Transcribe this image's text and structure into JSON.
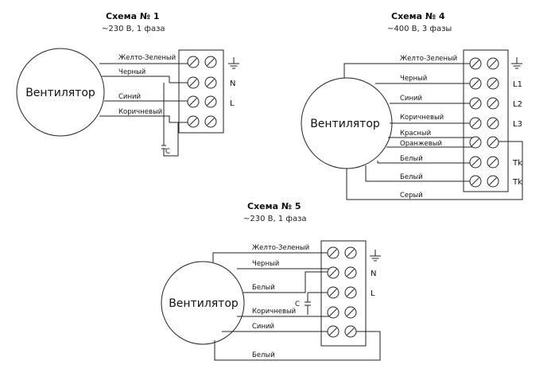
{
  "schemes": [
    {
      "title": "Схема № 1",
      "subtitle": "~230 В, 1 фаза",
      "fan_label": "Вентилятор",
      "wires": [
        "Желто-Зеленый",
        "Черный",
        "Синий",
        "Коричневый"
      ],
      "terminals": [
        "",
        "N",
        "L",
        ""
      ],
      "ground_icon": "earth-ground-icon",
      "capacitor_label": "С"
    },
    {
      "title": "Схема № 4",
      "subtitle": "~400 В, 3 фазы",
      "fan_label": "Вентилятор",
      "wires": [
        "Желто-Зеленый",
        "Черный",
        "Синий",
        "Коричневый",
        "Красный",
        "Оранжевый",
        "Белый",
        "Белый",
        "Серый"
      ],
      "terminals": [
        "",
        "L1",
        "L2",
        "L3",
        "",
        "Tk",
        "Tk"
      ],
      "ground_icon": "earth-ground-icon"
    },
    {
      "title": "Схема № 5",
      "subtitle": "~230 В, 1 фаза",
      "fan_label": "Вентилятор",
      "wires": [
        "Желто-Зеленый",
        "Черный",
        "Белый",
        "Коричневый",
        "Синий",
        "Белый"
      ],
      "terminals": [
        "",
        "N",
        "L",
        "",
        ""
      ],
      "ground_icon": "earth-ground-icon",
      "capacitor_label": "С"
    }
  ]
}
